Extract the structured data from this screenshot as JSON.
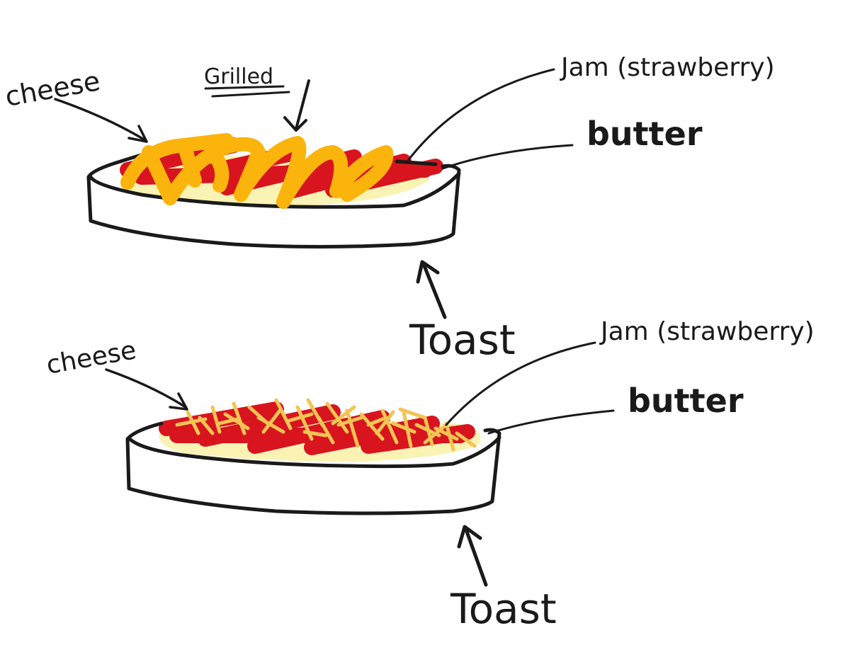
{
  "top": {
    "cheese_label": "cheese",
    "grilled_label": "Grilled",
    "jam_label": "Jam (strawberry)",
    "butter_label": "butter",
    "toast_label": "Toast"
  },
  "bottom": {
    "cheese_label": "cheese",
    "jam_label": "Jam (strawberry)",
    "butter_label": "butter",
    "toast_label": "Toast"
  },
  "colors": {
    "ink": "#1a1a1a",
    "jam": "#d8141e",
    "butter": "#fbf3b4",
    "grilled_cheese": "#fbb40c",
    "shredded_cheese": "#f2c454",
    "toast": "#ffffff"
  }
}
